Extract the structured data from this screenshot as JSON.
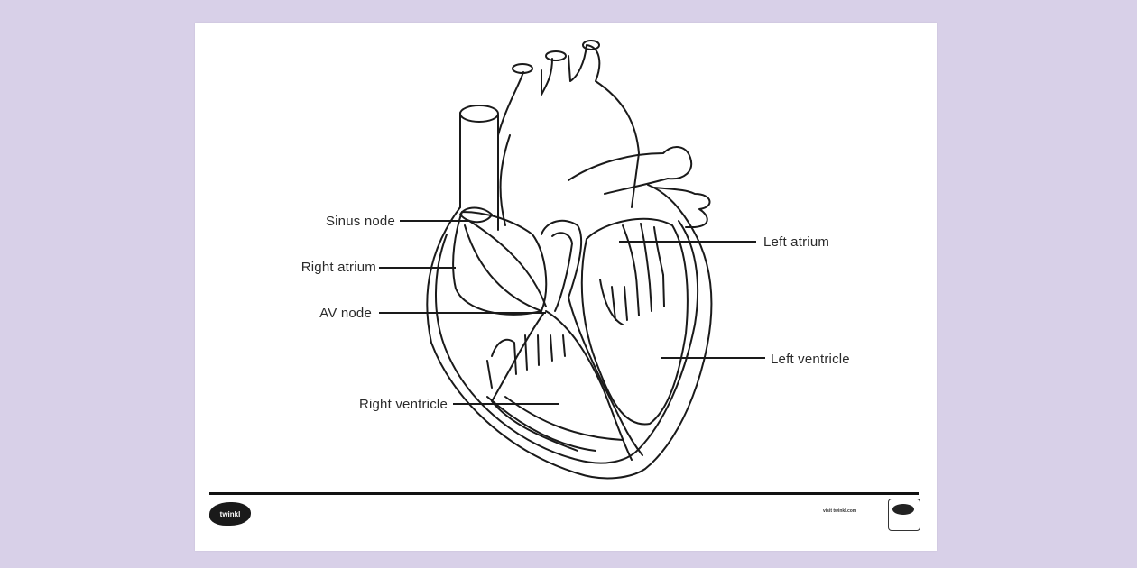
{
  "labels": {
    "sinus_node": "Sinus node",
    "right_atrium": "Right atrium",
    "av_node": "AV node",
    "right_ventricle": "Right ventricle",
    "left_atrium": "Left atrium",
    "left_ventricle": "Left ventricle"
  },
  "footer": {
    "logo_text": "twinkl",
    "site": "visit twinkl.com"
  },
  "colors": {
    "background": "#d8d0e8",
    "sheet": "#ffffff",
    "ink": "#1a1a1a"
  }
}
